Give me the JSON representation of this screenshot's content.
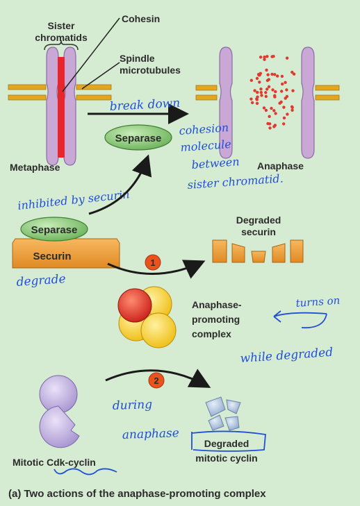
{
  "labels": {
    "sister_chromatids": [
      "Sister",
      "chromatids"
    ],
    "cohesin": "Cohesin",
    "spindle_microtubules": [
      "Spindle",
      "microtubules"
    ],
    "separase_top": "Separase",
    "metaphase": "Metaphase",
    "anaphase": "Anaphase",
    "separase_lower": "Separase",
    "securin": "Securin",
    "degraded_securin": [
      "Degraded",
      "securin"
    ],
    "step1": "1",
    "apc": [
      "Anaphase-",
      "promoting",
      "complex"
    ],
    "step2": "2",
    "mitotic_cdk_cyclin": "Mitotic Cdk-cyclin",
    "degraded_mitotic_cyclin": [
      "Degraded",
      "mitotic cyclin"
    ],
    "caption": "(a) Two actions of the anaphase-promoting complex"
  },
  "handwriting": {
    "break_down": "break down",
    "cohesion_note": [
      "cohesion",
      "molecule",
      "between",
      "sister chromatid."
    ],
    "inhibited": "inhibited by securin",
    "degrade_left": "degrade",
    "turns_on": "turns on",
    "while_degraded": "while degraded",
    "during": "during",
    "anaphase_note": "anaphase"
  },
  "colors": {
    "background": "#d6ecd2",
    "chromatid": "#c9a8d6",
    "cohesin": "#e8252b",
    "separase": "#7cc06a",
    "securin": "#f0a040",
    "apc_yellow": "#f5cc2a",
    "apc_red": "#e0362b",
    "cyclin": "#b8a8d8",
    "pen": "#1f4fd6"
  }
}
